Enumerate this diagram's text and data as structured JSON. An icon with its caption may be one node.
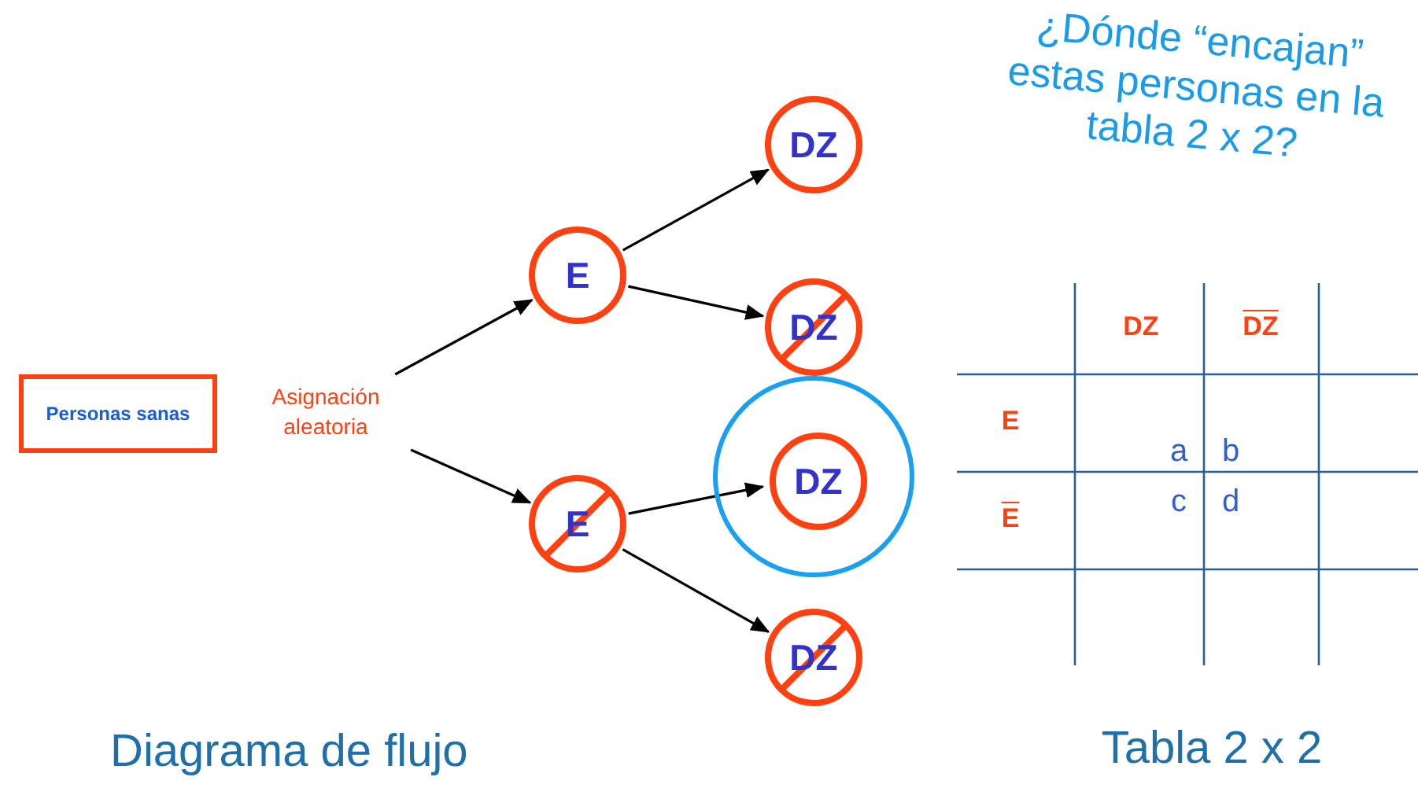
{
  "diagram": {
    "caption": "Diagrama de flujo",
    "nodes": [
      {
        "text": [
          "Personas sanas"
        ]
      },
      {
        "text": [
          "Asignación aleatoria"
        ]
      },
      {
        "text": [
          "E"
        ]
      },
      {
        "text": [
          "E"
        ]
      },
      {
        "text": [
          "DZ"
        ]
      },
      {
        "text": [
          "DZ"
        ]
      },
      {
        "text": [],
        "shape": "circle"
      },
      {
        "text": [
          "DZ"
        ],
        "in": 6
      },
      {
        "text": [
          "DZ"
        ]
      }
    ],
    "edges": [
      {
        "from": 1,
        "to": 2,
        "arrow": "to"
      },
      {
        "from": 1,
        "to": 3,
        "arrow": "to"
      },
      {
        "from": 2,
        "to": 4,
        "arrow": "to"
      },
      {
        "from": 2,
        "to": 5,
        "arrow": "to"
      },
      {
        "from": 3,
        "to": 7,
        "arrow": "to"
      },
      {
        "from": 3,
        "to": 8,
        "arrow": "to"
      }
    ],
    "labels": [
      "¿Dónde “encajan” estas personas en la tabla 2 x 2?",
      "DZ",
      "DZ",
      "E",
      "a",
      "b",
      "E",
      "c",
      "d",
      "Tabla 2 x 2"
    ]
  }
}
